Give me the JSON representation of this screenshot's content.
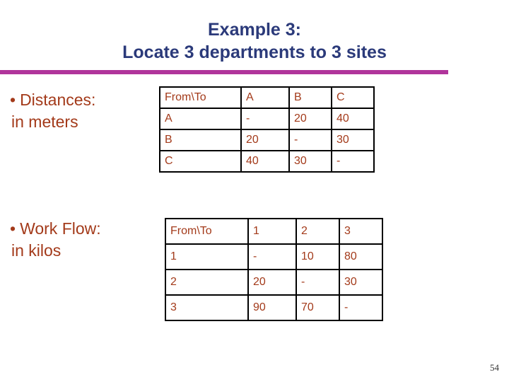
{
  "slide": {
    "title_lines": [
      "Example 3:",
      "Locate 3 departments to 3 sites"
    ],
    "title_color": "#2B3A7A",
    "rule_color": "#B0359B",
    "body_color": "#A33A1A",
    "page_number": "54"
  },
  "bullets": [
    {
      "marker": "•",
      "label": "Distances:",
      "sublabel": "in meters"
    },
    {
      "marker": "•",
      "label": "Work Flow:",
      "sublabel": "in kilos"
    }
  ],
  "tables": [
    {
      "name": "distances",
      "caption": "Distances in meters",
      "headers": [
        "From\\To",
        "A",
        "B",
        "C"
      ],
      "rows": [
        [
          "A",
          "-",
          "20",
          "40"
        ],
        [
          "B",
          "20",
          "-",
          "30"
        ],
        [
          "C",
          "40",
          "30",
          "-"
        ]
      ]
    },
    {
      "name": "workflow",
      "caption": "Work Flow in kilos",
      "headers": [
        "From\\To",
        "1",
        "2",
        "3"
      ],
      "rows": [
        [
          "1",
          "-",
          "10",
          "80"
        ],
        [
          "2",
          "20",
          "-",
          "30"
        ],
        [
          "3",
          "90",
          "70",
          "-"
        ]
      ]
    }
  ]
}
